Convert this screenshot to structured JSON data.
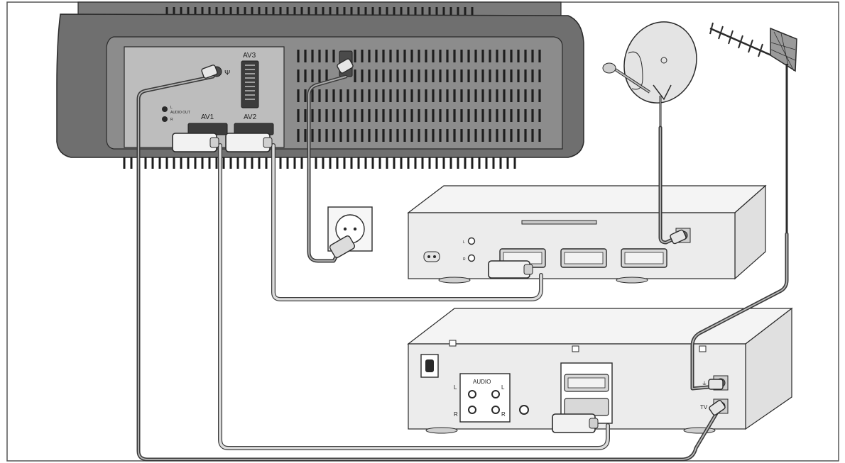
{
  "tv": {
    "labels": {
      "av3": "AV3",
      "av1": "AV1",
      "av2": "AV2",
      "antenna_symbol": "Ψ"
    },
    "audio_out": {
      "title": "AUDIO OUT",
      "left": "L",
      "right": "R"
    }
  },
  "receiver": {
    "labels": {
      "audio_l": "L",
      "audio_r": "R"
    }
  },
  "vcr": {
    "labels": {
      "audio": "AUDIO",
      "left_top": "L",
      "right_top": "L",
      "left_bottom": "R",
      "right_bottom": "R",
      "rf_in": "⏚",
      "rf_out": "TV"
    }
  },
  "colors": {
    "tv_shell": "#6f6f6f",
    "tv_panel": "#8c8c8c",
    "tv_plate": "#bdbdbd",
    "device_body": "#ececec",
    "device_top": "#f4f4f4",
    "cable_light": "#dcdcdc",
    "cable_dark": "#3a3a3a",
    "outline": "#2a2a2a",
    "border": "#555555"
  }
}
